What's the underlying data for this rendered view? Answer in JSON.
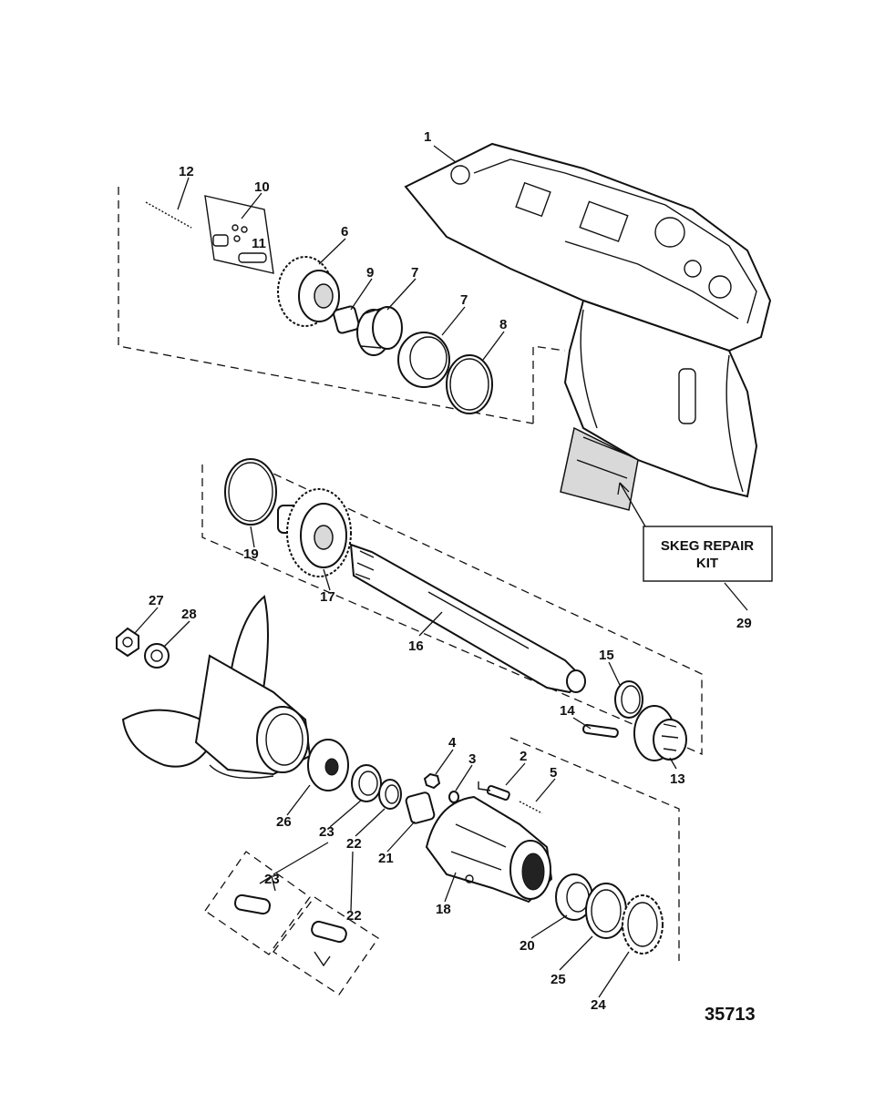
{
  "callouts": [
    "1",
    "2",
    "3",
    "4",
    "5",
    "6",
    "7",
    "7",
    "8",
    "9",
    "10",
    "11",
    "12",
    "13",
    "14",
    "15",
    "16",
    "17",
    "18",
    "19",
    "20",
    "21",
    "22",
    "22",
    "23",
    "23",
    "24",
    "25",
    "26",
    "27",
    "28",
    "29"
  ],
  "skeg_box": {
    "line1": "SKEG REPAIR",
    "line2": "KIT"
  },
  "figure_number": "35713"
}
